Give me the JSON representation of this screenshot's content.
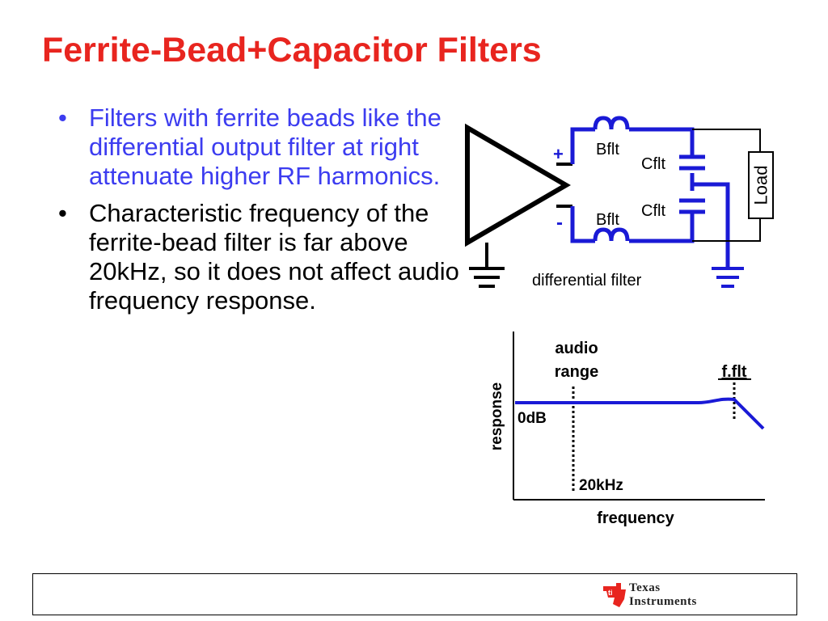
{
  "slide": {
    "title": "Ferrite-Bead+Capacitor Filters",
    "bullets": [
      {
        "text": "Filters with ferrite beads like the differential output filter at right attenuate higher RF harmonics."
      },
      {
        "text": "Characteristic frequency of the ferrite-bead filter is far above 20kHz, so it does not affect audio frequency response."
      }
    ],
    "bullet_glyph": "•"
  },
  "circuit": {
    "plus": "+",
    "minus": "-",
    "bead_top": "Bflt",
    "bead_bottom": "Bflt",
    "cap_top": "Cflt",
    "cap_bottom": "Cflt",
    "load": "Load",
    "caption": "differential filter",
    "wire_color": "#1a1ad6"
  },
  "response_plot": {
    "ylabel": "response",
    "xlabel": "frequency",
    "audio_label_1": "audio",
    "audio_label_2": "range",
    "fflt_label": "f.flt",
    "zero_db": "0dB",
    "khz": "20kHz",
    "curve_color": "#1a1ad6"
  },
  "footer": {
    "brand_line1": "Texas",
    "brand_line2": "Instruments",
    "brand_color": "#e8251f"
  }
}
